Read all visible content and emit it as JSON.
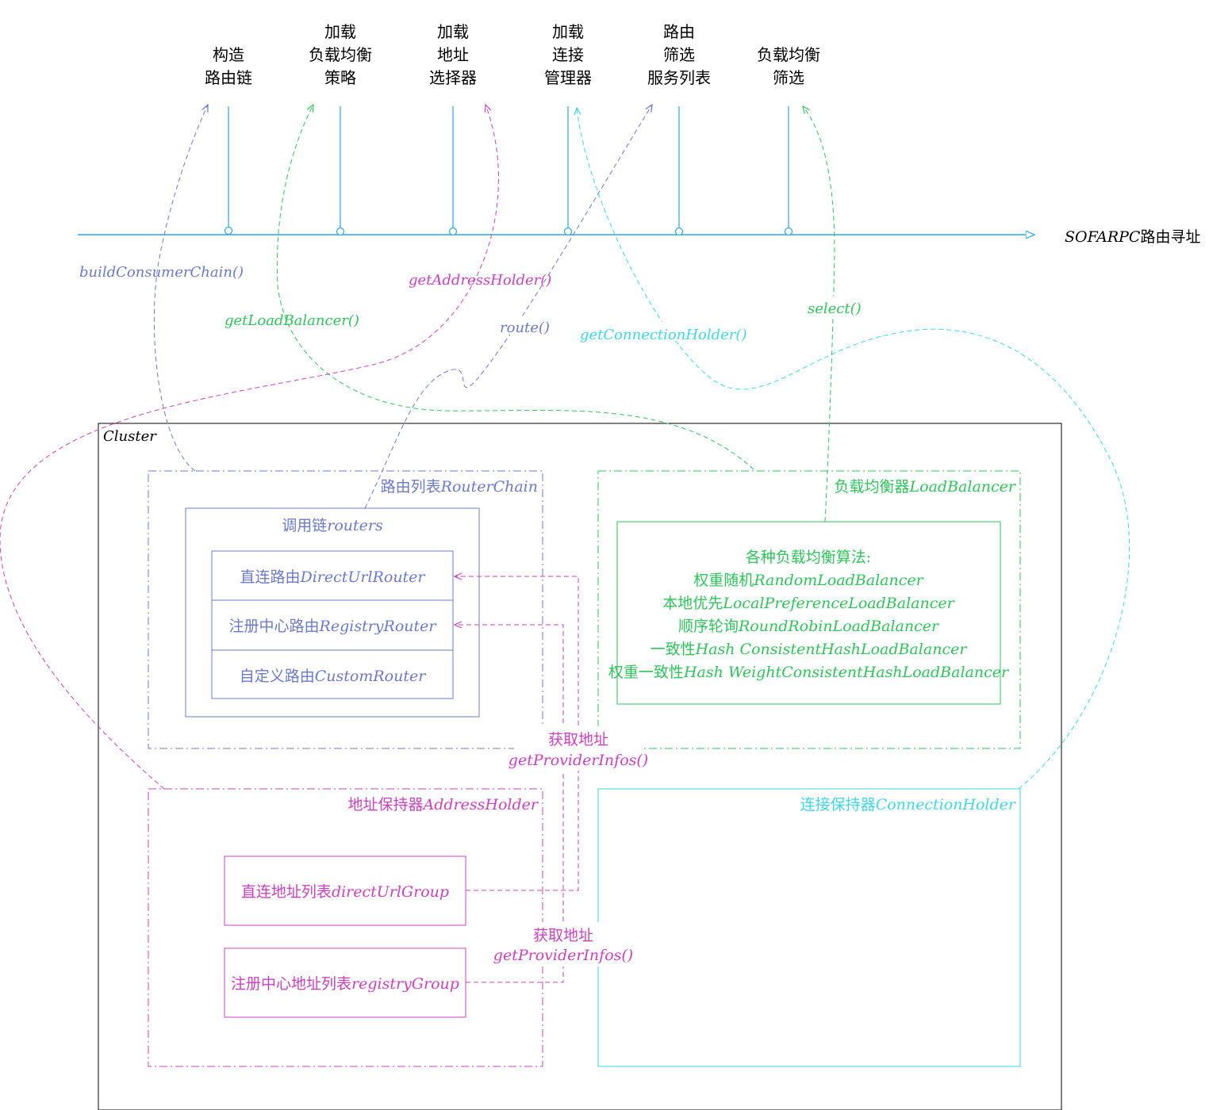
{
  "timeline": {
    "label_prefix": "SOFARPC",
    "label_suffix": "路由寻址",
    "steps": [
      {
        "lines": [
          "构造",
          "路由链"
        ]
      },
      {
        "lines": [
          "加载",
          "负载均衡",
          "策略"
        ]
      },
      {
        "lines": [
          "加载",
          "地址",
          "选择器"
        ]
      },
      {
        "lines": [
          "加载",
          "连接",
          "管理器"
        ]
      },
      {
        "lines": [
          "路由",
          "筛选",
          "服务列表"
        ]
      },
      {
        "lines": [
          "负载均衡",
          "筛选"
        ]
      }
    ]
  },
  "calls": {
    "build_consumer_chain": "buildConsumerChain()",
    "get_load_balancer": "getLoadBalancer()",
    "get_address_holder": "getAddressHolder()",
    "route": "route()",
    "get_connection_holder": "getConnectionHolder()",
    "select": "select()"
  },
  "cluster": {
    "label": "Cluster",
    "router_chain": {
      "title_cn": "路由列表",
      "title_en": "RouterChain",
      "routers_box": {
        "title_cn": "调用链",
        "title_en": "routers",
        "rows": [
          {
            "cn": "直连路由",
            "en": "DirectUrlRouter"
          },
          {
            "cn": "注册中心路由",
            "en": "RegistryRouter"
          },
          {
            "cn": "自定义路由",
            "en": "CustomRouter"
          }
        ]
      }
    },
    "load_balancer": {
      "title_cn": "负载均衡器",
      "title_en": "LoadBalancer",
      "algorithms": [
        {
          "cn": "各种负载均衡算法:",
          "en": ""
        },
        {
          "cn": "权重随机",
          "en": "RandomLoadBalancer"
        },
        {
          "cn": "本地优先",
          "en": "LocalPreferenceLoadBalancer"
        },
        {
          "cn": "顺序轮询",
          "en": "RoundRobinLoadBalancer"
        },
        {
          "cn": "一致性",
          "en": "Hash ConsistentHashLoadBalancer"
        },
        {
          "cn": "权重一致性",
          "en": "Hash WeightConsistentHashLoadBalancer"
        }
      ]
    },
    "address_holder": {
      "title_cn": "地址保持器",
      "title_en": "AddressHolder",
      "groups": [
        {
          "cn": "直连地址列表",
          "en": "directUrlGroup"
        },
        {
          "cn": "注册中心地址列表",
          "en": "registryGroup"
        }
      ]
    },
    "connection_holder": {
      "title_cn": "连接保持器",
      "title_en": "ConnectionHolder"
    },
    "fetch_labels": [
      {
        "cn": "获取地址",
        "en": "getProviderInfos()"
      },
      {
        "cn": "获取地址",
        "en": "getProviderInfos()"
      }
    ]
  },
  "colors": {
    "timeline": "#2aa7e6",
    "router": "#6b79cc",
    "balancer": "#2ec45a",
    "address": "#cc3fc0",
    "connection": "#3ed8e6",
    "black": "#000000"
  }
}
